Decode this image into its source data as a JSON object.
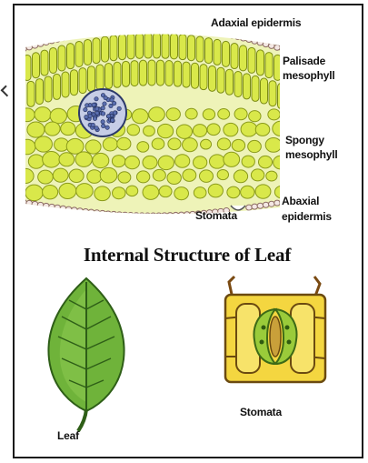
{
  "diagram": {
    "labels": {
      "adaxial_epidermis": "Adaxial epidermis",
      "palisade_line1": "Palisade",
      "palisade_line2": "mesophyll",
      "spongy_line1": "Spongy",
      "spongy_line2": "mesophyll",
      "abaxial_line1": "Abaxial",
      "abaxial_line2": "epidermis",
      "stomata": "Stomata"
    },
    "title": "Internal Structure of Leaf",
    "leaf_caption": "Leaf",
    "stomata_caption": "Stomata"
  },
  "colors": {
    "mesophyll": "#d9e84a",
    "leaf_green": "#4f9a2c",
    "stomata_yellow": "#f2d23a",
    "bundle": "#5b6fb0"
  }
}
